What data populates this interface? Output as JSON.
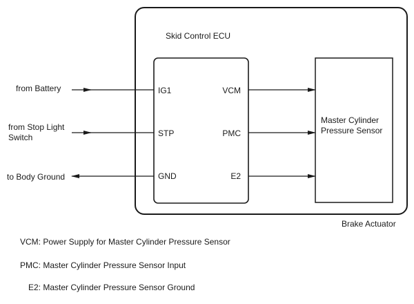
{
  "diagram": {
    "outer_box_label": "Brake Actuator",
    "ecu": {
      "title": "Skid Control ECU",
      "pins_left": [
        "IG1",
        "STP",
        "GND"
      ],
      "pins_right": [
        "VCM",
        "PMC",
        "E2"
      ]
    },
    "sensor": {
      "line1": "Master Cylinder",
      "line2": "Pressure Sensor"
    },
    "external_connections": [
      {
        "label_lines": [
          "from Battery"
        ],
        "pin": "IG1",
        "direction": "in"
      },
      {
        "label_lines": [
          "from Stop Light",
          "Switch"
        ],
        "pin": "STP",
        "direction": "in"
      },
      {
        "label_lines": [
          "to Body Ground"
        ],
        "pin": "GND",
        "direction": "out"
      }
    ],
    "internal_connections": [
      {
        "from": "VCM",
        "to": "Master Cylinder Pressure Sensor"
      },
      {
        "from": "PMC",
        "to": "Master Cylinder Pressure Sensor"
      },
      {
        "from": "E2",
        "to": "Master Cylinder Pressure Sensor"
      }
    ]
  },
  "legend": [
    "VCM: Power Supply for Master Cylinder Pressure Sensor",
    "PMC: Master Cylinder Pressure Sensor Input",
    "E2: Master Cylinder Pressure Sensor Ground"
  ],
  "colors": {
    "line": "#1a1a1a",
    "background": "#ffffff"
  }
}
